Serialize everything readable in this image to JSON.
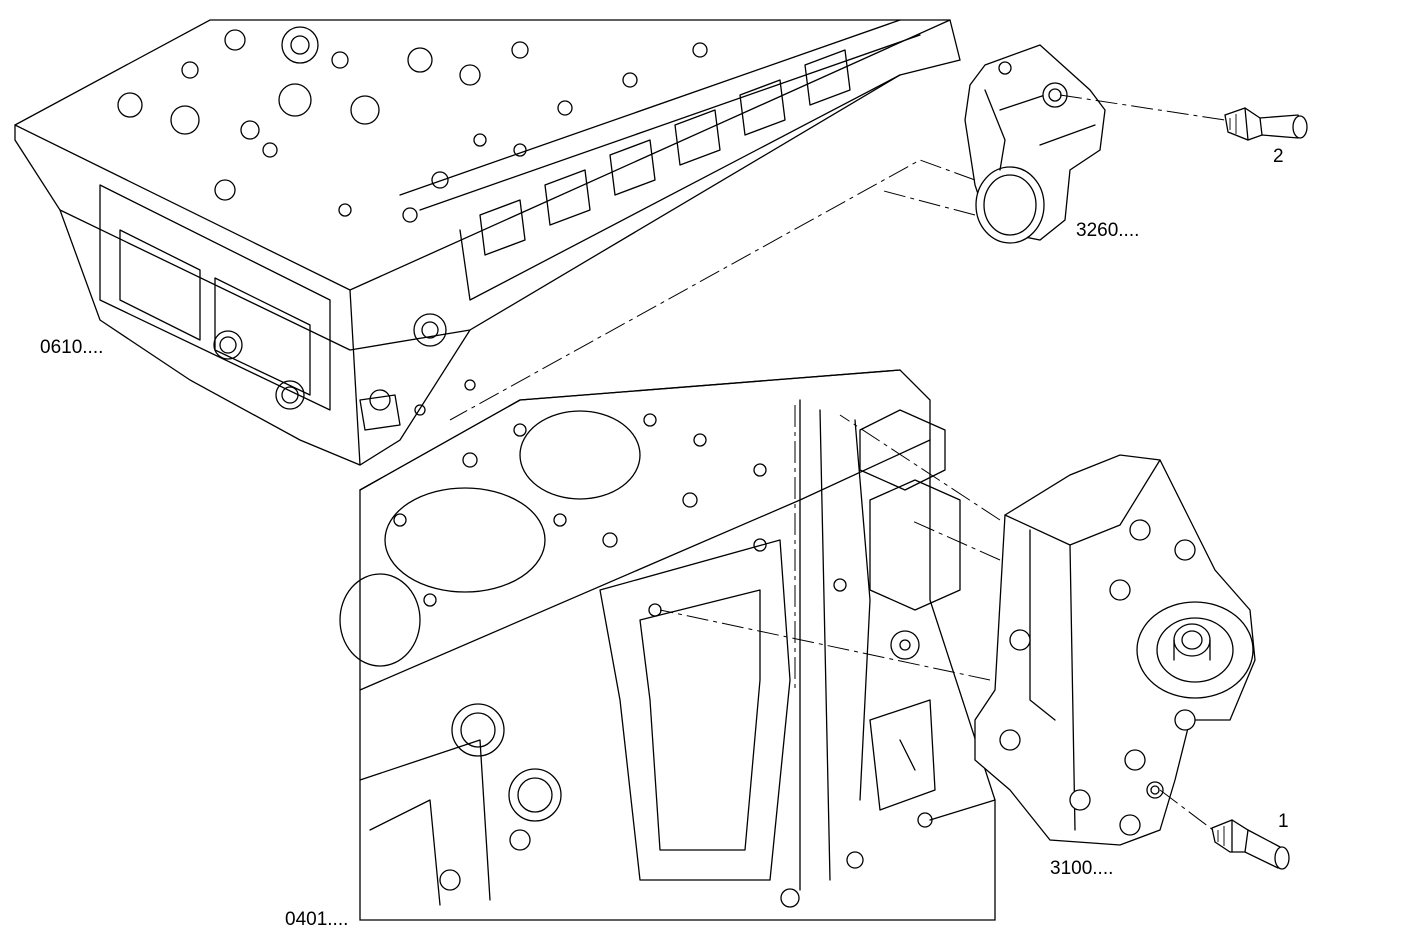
{
  "callouts": {
    "cylinder_head": "0610....",
    "thermostat_housing": "3260....",
    "sensor_top": "2",
    "sensor_bottom": "1",
    "oil_filter_support": "3100....",
    "engine_block": "0401...."
  },
  "colors": {
    "line": "#000000",
    "background": "#ffffff"
  }
}
